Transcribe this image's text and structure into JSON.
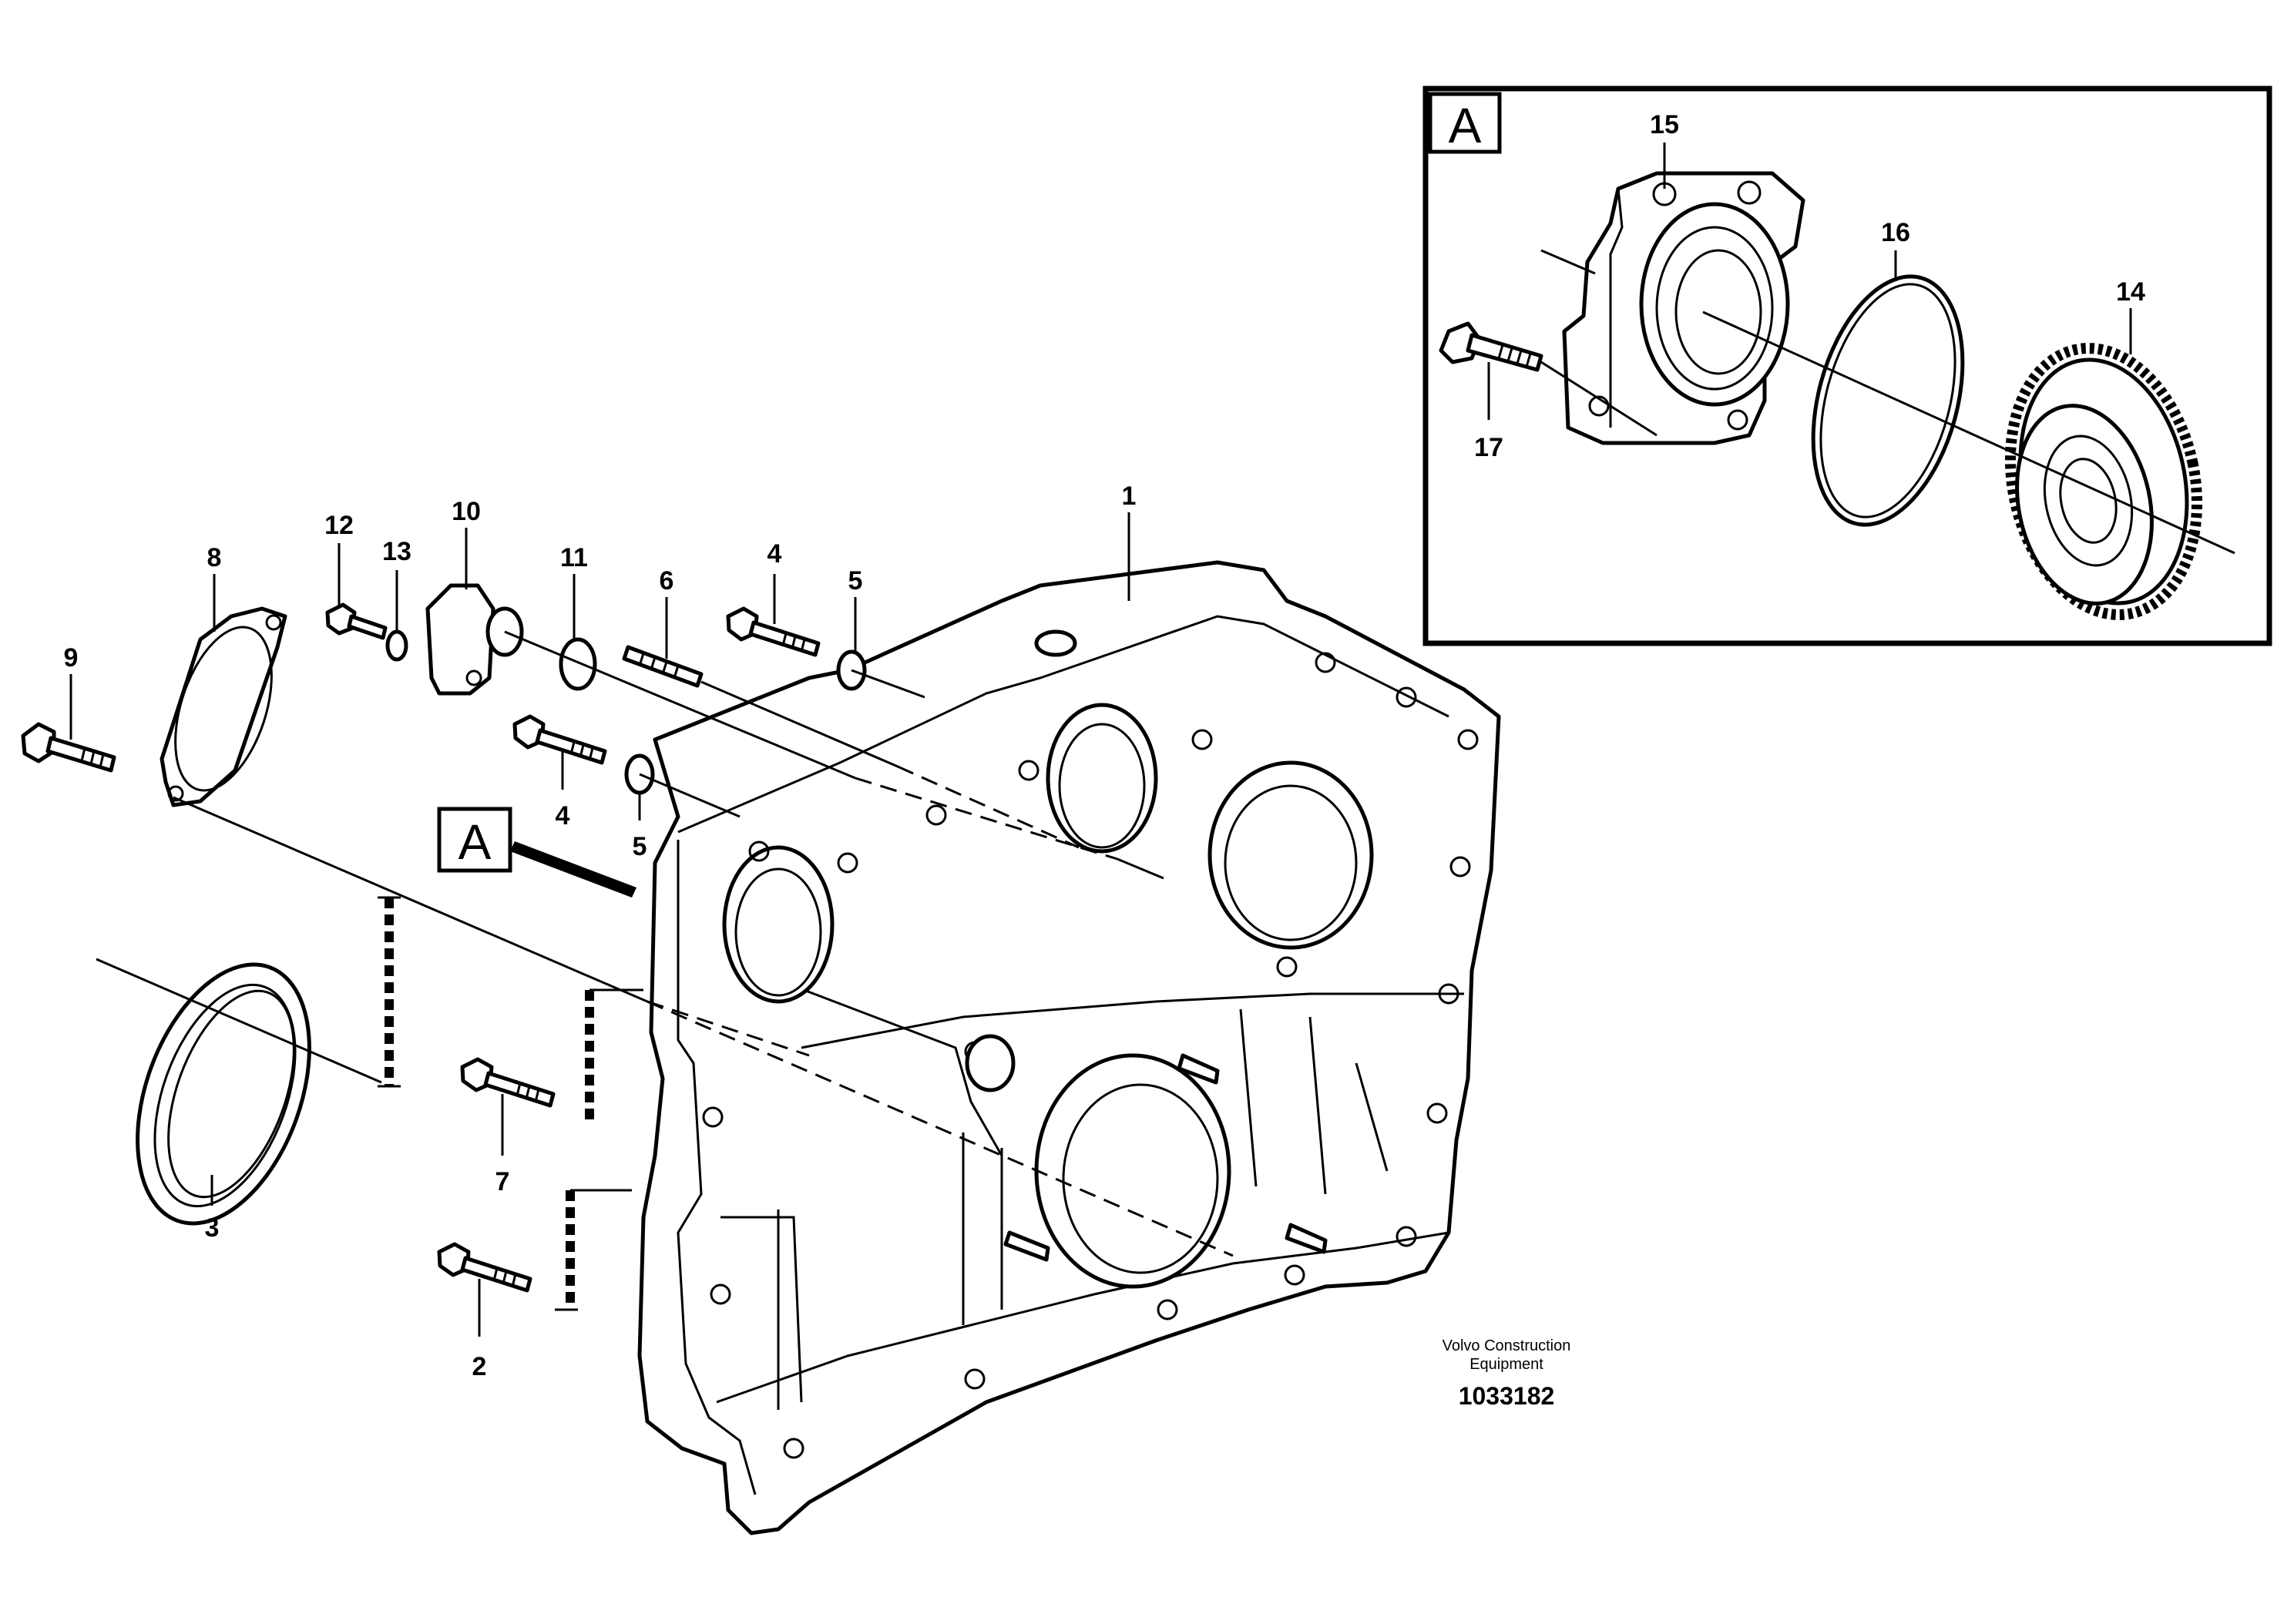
{
  "detail_view": {
    "label": "A"
  },
  "view_marker": {
    "label": "A"
  },
  "callouts": {
    "c1": "1",
    "c2": "2",
    "c3": "3",
    "c4a": "4",
    "c4b": "4",
    "c5a": "5",
    "c5b": "5",
    "c6": "6",
    "c7": "7",
    "c8": "8",
    "c9": "9",
    "c10": "10",
    "c11": "11",
    "c12": "12",
    "c13": "13",
    "c14": "14",
    "c15": "15",
    "c16": "16",
    "c17": "17"
  },
  "footer": {
    "brand_line1": "Volvo Construction",
    "brand_line2": "Equipment",
    "illustration_id": "1033182"
  }
}
